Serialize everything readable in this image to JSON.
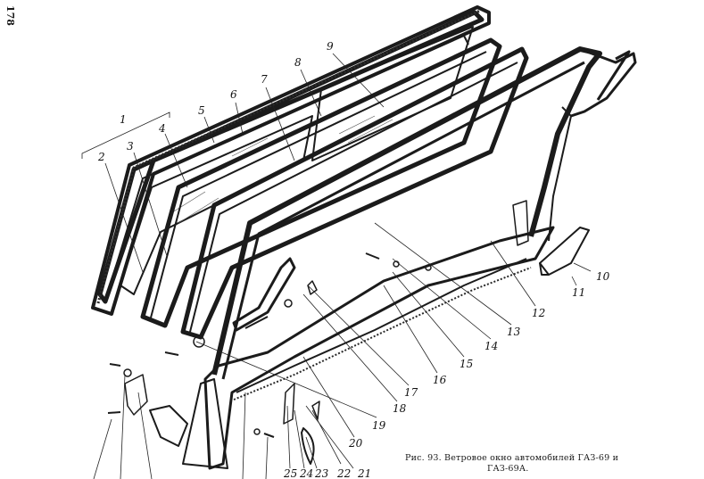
{
  "page_number": "178",
  "caption": {
    "line1": "Рис. 93. Ветровое окно автомобилей ГАЗ-69 и",
    "line2": "ГАЗ-69А."
  },
  "callouts": [
    "1",
    "2",
    "3",
    "4",
    "5",
    "6",
    "7",
    "8",
    "9",
    "10",
    "11",
    "12",
    "13",
    "14",
    "15",
    "16",
    "17",
    "18",
    "19",
    "20",
    "21",
    "22",
    "23",
    "24",
    "25"
  ]
}
